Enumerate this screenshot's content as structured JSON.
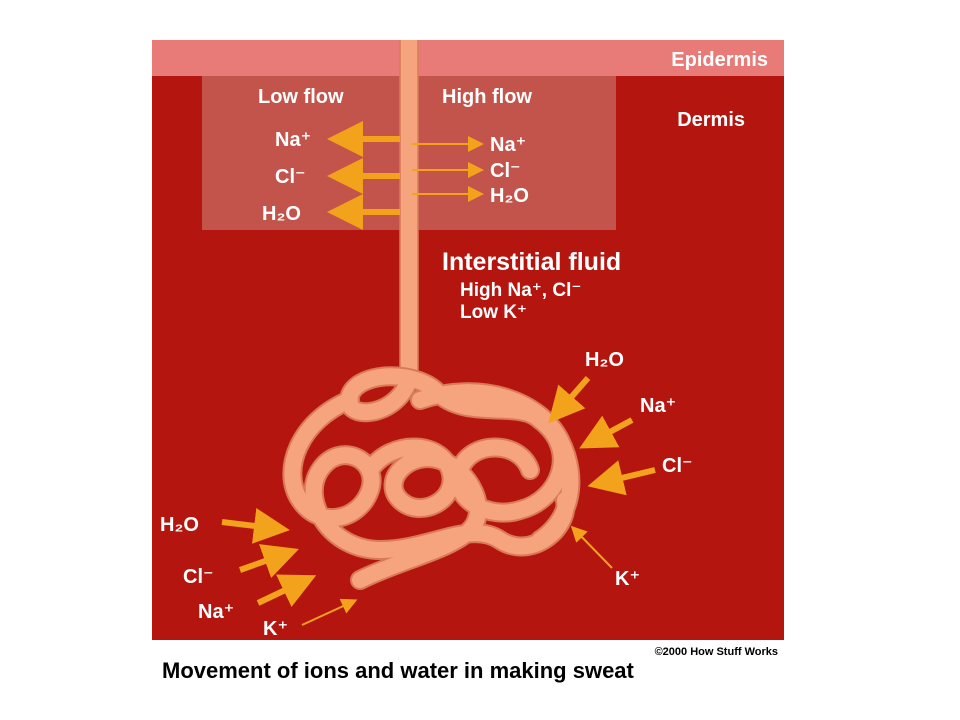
{
  "colors": {
    "dermis": "#b5150f",
    "epidermis": "#e87a78",
    "duct": "#f5a47e",
    "duct_edge": "#d97a58",
    "arrow": "#f3a21c",
    "panel": "#c86a60"
  },
  "layers": {
    "epidermis": "Epidermis",
    "dermis": "Dermis"
  },
  "duct_panel": {
    "low_flow": "Low flow",
    "high_flow": "High flow",
    "low_labels": [
      "Na⁺",
      "Cl⁻",
      "H₂O"
    ],
    "high_labels": [
      "Na⁺",
      "Cl⁻",
      "H₂O"
    ]
  },
  "interstitial": {
    "title": "Interstitial fluid",
    "line1": "High Na⁺, Cl⁻",
    "line2": "Low  K⁺"
  },
  "gland_right": [
    "H₂O",
    "Na⁺",
    "Cl⁻",
    "K⁺"
  ],
  "gland_left": [
    "H₂O",
    "Cl⁻",
    "Na⁺",
    "K⁺"
  ],
  "credit": "©2000 How Stuff Works",
  "caption": "Movement of ions and water in making sweat"
}
